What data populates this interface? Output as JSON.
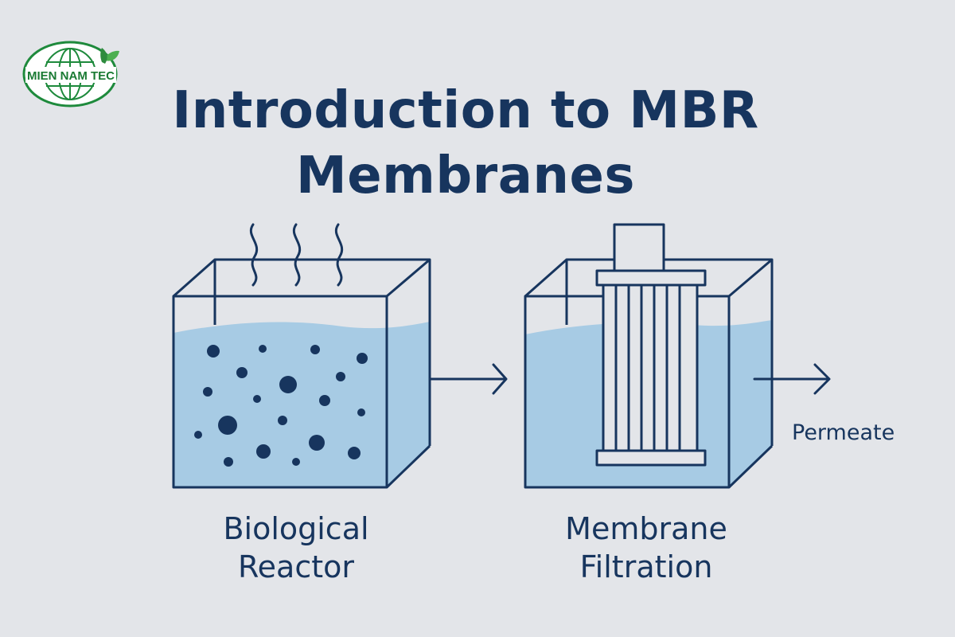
{
  "logo": {
    "text": "MIEN NAM TEC",
    "colors": {
      "ring": "#1e8a3c",
      "globe": "#1e8a3c",
      "leaf": "#4caf50",
      "text": "#1a7a33"
    }
  },
  "title": {
    "line1": "Introduction to MBR",
    "line2": "Membranes"
  },
  "stages": {
    "reactor": {
      "line1": "Biological",
      "line2": "Reactor"
    },
    "filtration": {
      "line1": "Membrane",
      "line2": "Filtration"
    },
    "output": {
      "label": "Permeate"
    }
  },
  "colors": {
    "background": "#e3e5e9",
    "ink": "#17355e",
    "water": "#a7cbe4",
    "bubbles": "#17355e"
  }
}
